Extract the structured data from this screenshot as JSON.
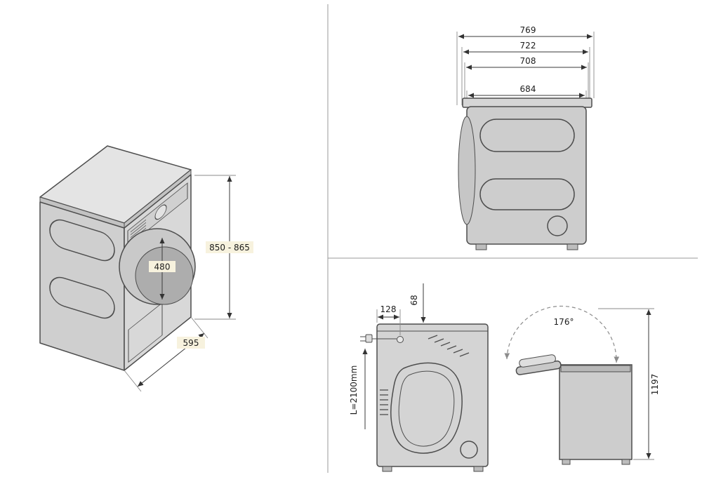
{
  "meta": {
    "title": "Tumble dryer dimension diagram"
  },
  "colors": {
    "label_bg": "#f7f2de",
    "body_fill": "#cdcdcd",
    "line": "#4d4d4d"
  },
  "iso_view": {
    "height": "850 - 865",
    "door_diameter": "480",
    "depth": "595"
  },
  "side_view": {
    "widths": [
      "769",
      "722",
      "708",
      "684"
    ]
  },
  "bottom_view": {
    "offset_top": "128",
    "offset_side": "68",
    "cord_length": "L=2100mm",
    "lid_angle": "176°",
    "height_open": "1197"
  }
}
